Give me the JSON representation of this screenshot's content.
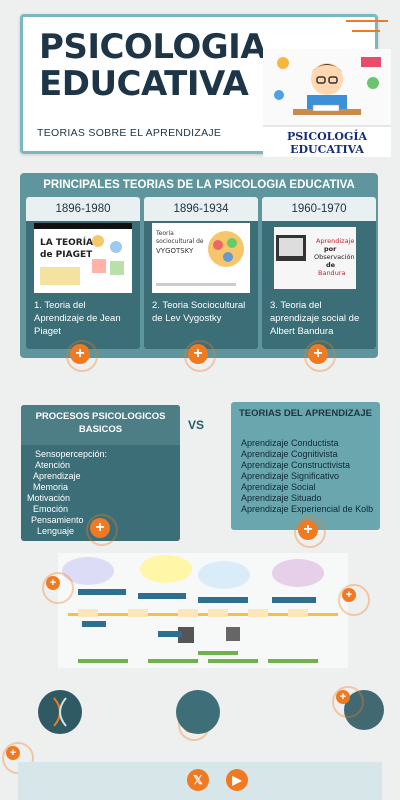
{
  "header": {
    "title_line1": "PSICOLOGIA",
    "title_line2": "EDUCATIVA",
    "subtitle": "TEORIAS SOBRE EL APRENDIZAJE",
    "logo_line1": "PSICOLOGÍA",
    "logo_line2": "EDUCATIVA"
  },
  "theories": {
    "heading": "PRINCIPALES TEORIAS  DE LA PSICOLOGIA EDUCATIVA",
    "cards": [
      {
        "year": "1896-1980",
        "label": "1. Teoria del Aprendizaje de Jean Piaget",
        "thumb_text": "LA TEORÍA de PIAGET"
      },
      {
        "year": "1896-1934",
        "label": "2. Teoria Sociocultural de Lev Vygostky",
        "thumb_text": "Teoría sociocultural de VYGOTSKY"
      },
      {
        "year": "1960-1970",
        "label": "3. Teoria del aprendizaje social de Albert Bandura",
        "thumb_text": "Aprendizaje por Observación de Bandura"
      }
    ]
  },
  "vs": "VS",
  "processes": {
    "heading": "PROCESOS PSICOLOGICOS BASICOS",
    "items": [
      "Sensopercepción:",
      "Atención",
      "Aprendizaje",
      "Memoria",
      "Motivación",
      "Emoción",
      "Pensamiento",
      "Lenguaje"
    ]
  },
  "learning": {
    "heading": "TEORIAS DEL APRENDIZAJE",
    "items": [
      "Aprendizaje Conductista",
      "Aprendizaje Cognitivista",
      "Aprendizaje Constructivista",
      "Aprendizaje Significativo",
      "Aprendizaje Social",
      "Aprendizaje Situado",
      "Aprendizaje Experiencial de Kolb"
    ]
  },
  "footer": {
    "x_icon": "x-icon",
    "youtube_icon": "youtube-icon"
  },
  "colors": {
    "dark_navy": "#1d3546",
    "teal": "#5f959c",
    "dark_teal": "#3b6e77",
    "orange": "#f07a22"
  }
}
